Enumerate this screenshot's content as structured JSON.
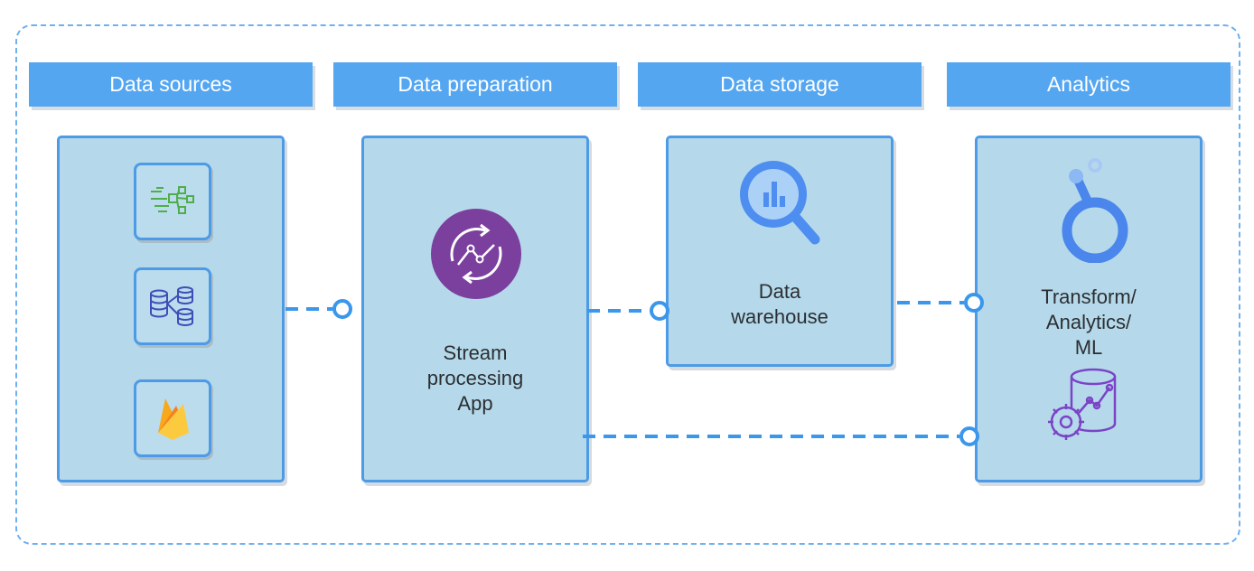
{
  "headers": {
    "sources": "Data sources",
    "preparation": "Data preparation",
    "storage": "Data storage",
    "analytics": "Analytics"
  },
  "nodes": {
    "stream_app": "Stream\nprocessing\nApp",
    "data_warehouse": "Data\nwarehouse",
    "transform_ml": "Transform/\nAnalytics/\nML"
  },
  "icons": {
    "source_1": "dataflow-icon",
    "source_2": "database-transfer-icon",
    "source_3": "firebase-icon",
    "stream": "stream-processing-icon",
    "warehouse": "bigquery-icon",
    "analytics_top": "looker-icon",
    "analytics_bottom": "vertex-ai-icon"
  },
  "colors": {
    "header_bg": "#55a6f1",
    "panel_bg": "#b5d9ea",
    "panel_border": "#4d9be6",
    "connector": "#3a97ec"
  }
}
